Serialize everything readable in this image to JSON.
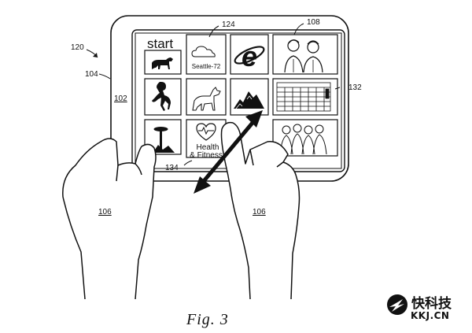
{
  "figure": {
    "caption": "Fig. 3",
    "reference_numerals": {
      "system": "120",
      "device_edge": "104",
      "device": "102",
      "tile_weather": "124",
      "tile_photo": "108",
      "tile_calendar": "132",
      "arrow": "134",
      "hand_left": "106",
      "hand_right": "106"
    }
  },
  "screen": {
    "start_label": "start",
    "tiles": {
      "weather_label": "Seattle-72",
      "health_label_line1": "Health",
      "health_label_line2": "& Fitness"
    }
  },
  "watermark": {
    "brand_cn": "快科技",
    "brand_en": "KKJ.CN"
  }
}
